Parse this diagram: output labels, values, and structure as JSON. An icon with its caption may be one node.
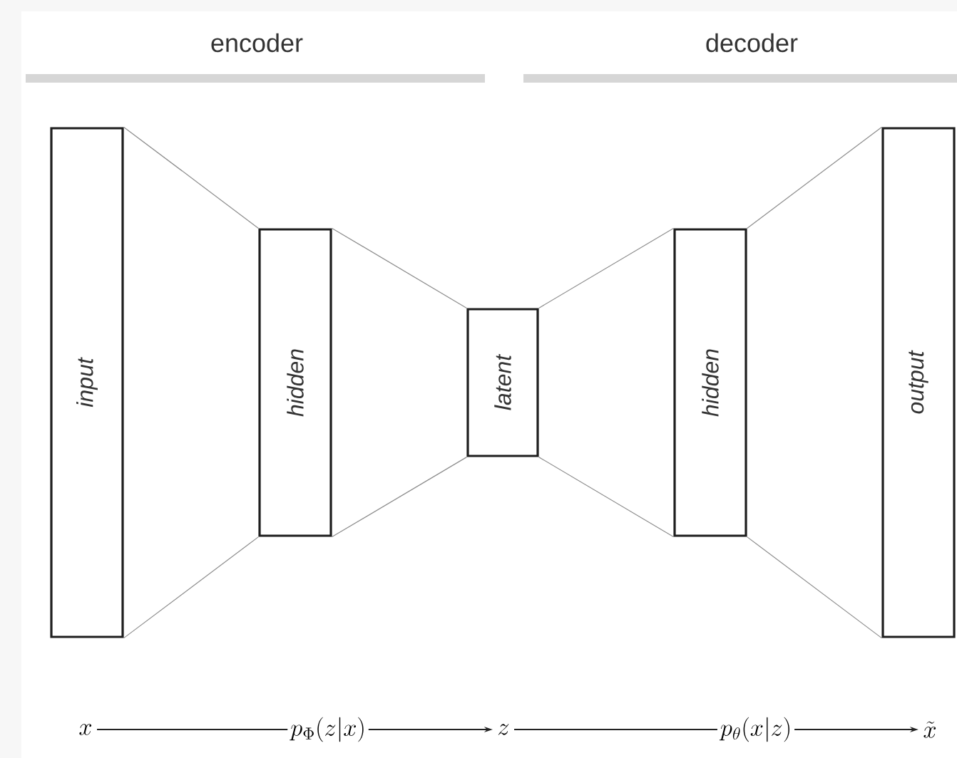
{
  "diagram": {
    "nodes": [
      {
        "text": [
          "input"
        ]
      },
      {
        "text": [
          "hidden"
        ]
      },
      {
        "text": [
          "latent"
        ]
      },
      {
        "text": [
          "hidden"
        ]
      },
      {
        "text": [
          "output"
        ]
      },
      {
        "text": [
          "x"
        ]
      },
      {
        "text": [
          "z"
        ]
      },
      {
        "text": [
          "\\tilde{x}"
        ]
      }
    ],
    "edges": [
      {
        "from": 0,
        "to": 1,
        "arrow": "none"
      },
      {
        "from": 0,
        "to": 1,
        "arrow": "none"
      },
      {
        "from": 1,
        "to": 2,
        "arrow": "none"
      },
      {
        "from": 1,
        "to": 2,
        "arrow": "none"
      },
      {
        "from": 2,
        "to": 3,
        "arrow": "none"
      },
      {
        "from": 2,
        "to": 3,
        "arrow": "none"
      },
      {
        "from": 3,
        "to": 4,
        "arrow": "none"
      },
      {
        "from": 3,
        "to": 4,
        "arrow": "none"
      },
      {
        "from": 5,
        "to": 6,
        "arrow": "to",
        "label": "p_{\\Phi}(z|x)",
        "color": "#222222"
      },
      {
        "from": 6,
        "to": 7,
        "arrow": "to",
        "label": "p_{\\theta}(x|z)",
        "color": "#222222"
      }
    ],
    "labels": [
      "encoder",
      "decoder"
    ]
  }
}
